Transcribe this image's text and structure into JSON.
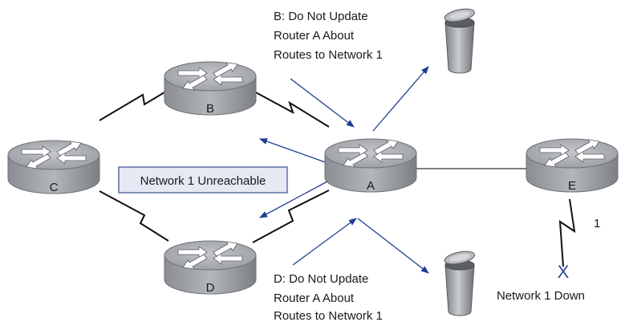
{
  "routers": {
    "a": "A",
    "b": "B",
    "c": "C",
    "d": "D",
    "e": "E"
  },
  "notes": {
    "b_line1": "B: Do Not Update",
    "b_line2": "Router A About",
    "b_line3": "Routes to Network 1",
    "d_line1": "D: Do Not Update",
    "d_line2": "Router A About",
    "d_line3": "Routes to Network 1"
  },
  "unreachable_box": "Network 1 Unreachable",
  "link_label": "1",
  "failure_mark": "X",
  "network_down": "Network 1 Down",
  "icons": [
    "router-icon",
    "trash-can-icon"
  ],
  "colors": {
    "arrow": "#1f3d91",
    "router_top": "#a9acb0",
    "router_side": "#8e9196",
    "box_fill": "#e6e8f4",
    "box_border": "#3b4d8f"
  }
}
